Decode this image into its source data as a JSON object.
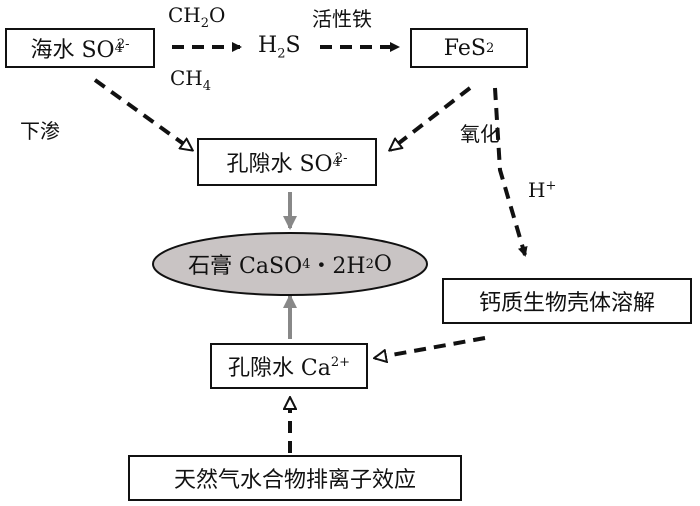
{
  "nodes": {
    "seawater": {
      "text": "海水 SO",
      "sub": "4",
      "sup": "2-"
    },
    "h2s": {
      "text": "H",
      "sub": "2",
      "tail": "S"
    },
    "fes2": {
      "text": "FeS",
      "sub": "2"
    },
    "pore_so4": {
      "text": "孔隙水 SO",
      "sub": "4",
      "sup": "2-"
    },
    "gypsum": {
      "pre": "石膏 CaSO",
      "sub1": "4",
      "mid": "・2H",
      "sub2": "2",
      "post": "O"
    },
    "calcite": {
      "text": "钙质生物壳体溶解"
    },
    "pore_ca": {
      "text": "孔隙水 Ca",
      "sup": "2+"
    },
    "hydrate": {
      "text": "天然气水合物排离子效应"
    }
  },
  "labels": {
    "ch2o": {
      "pre": "CH",
      "sub": "2",
      "post": "O"
    },
    "ch4": {
      "pre": "CH",
      "sub": "4"
    },
    "active_iron": "活性铁",
    "infiltration": "下渗",
    "oxidation": "氧化",
    "hplus": {
      "pre": "H",
      "sup": "+"
    }
  },
  "colors": {
    "line": "#111111",
    "gray_arrow": "#888888",
    "ellipse_fill": "#c9c4c4"
  }
}
